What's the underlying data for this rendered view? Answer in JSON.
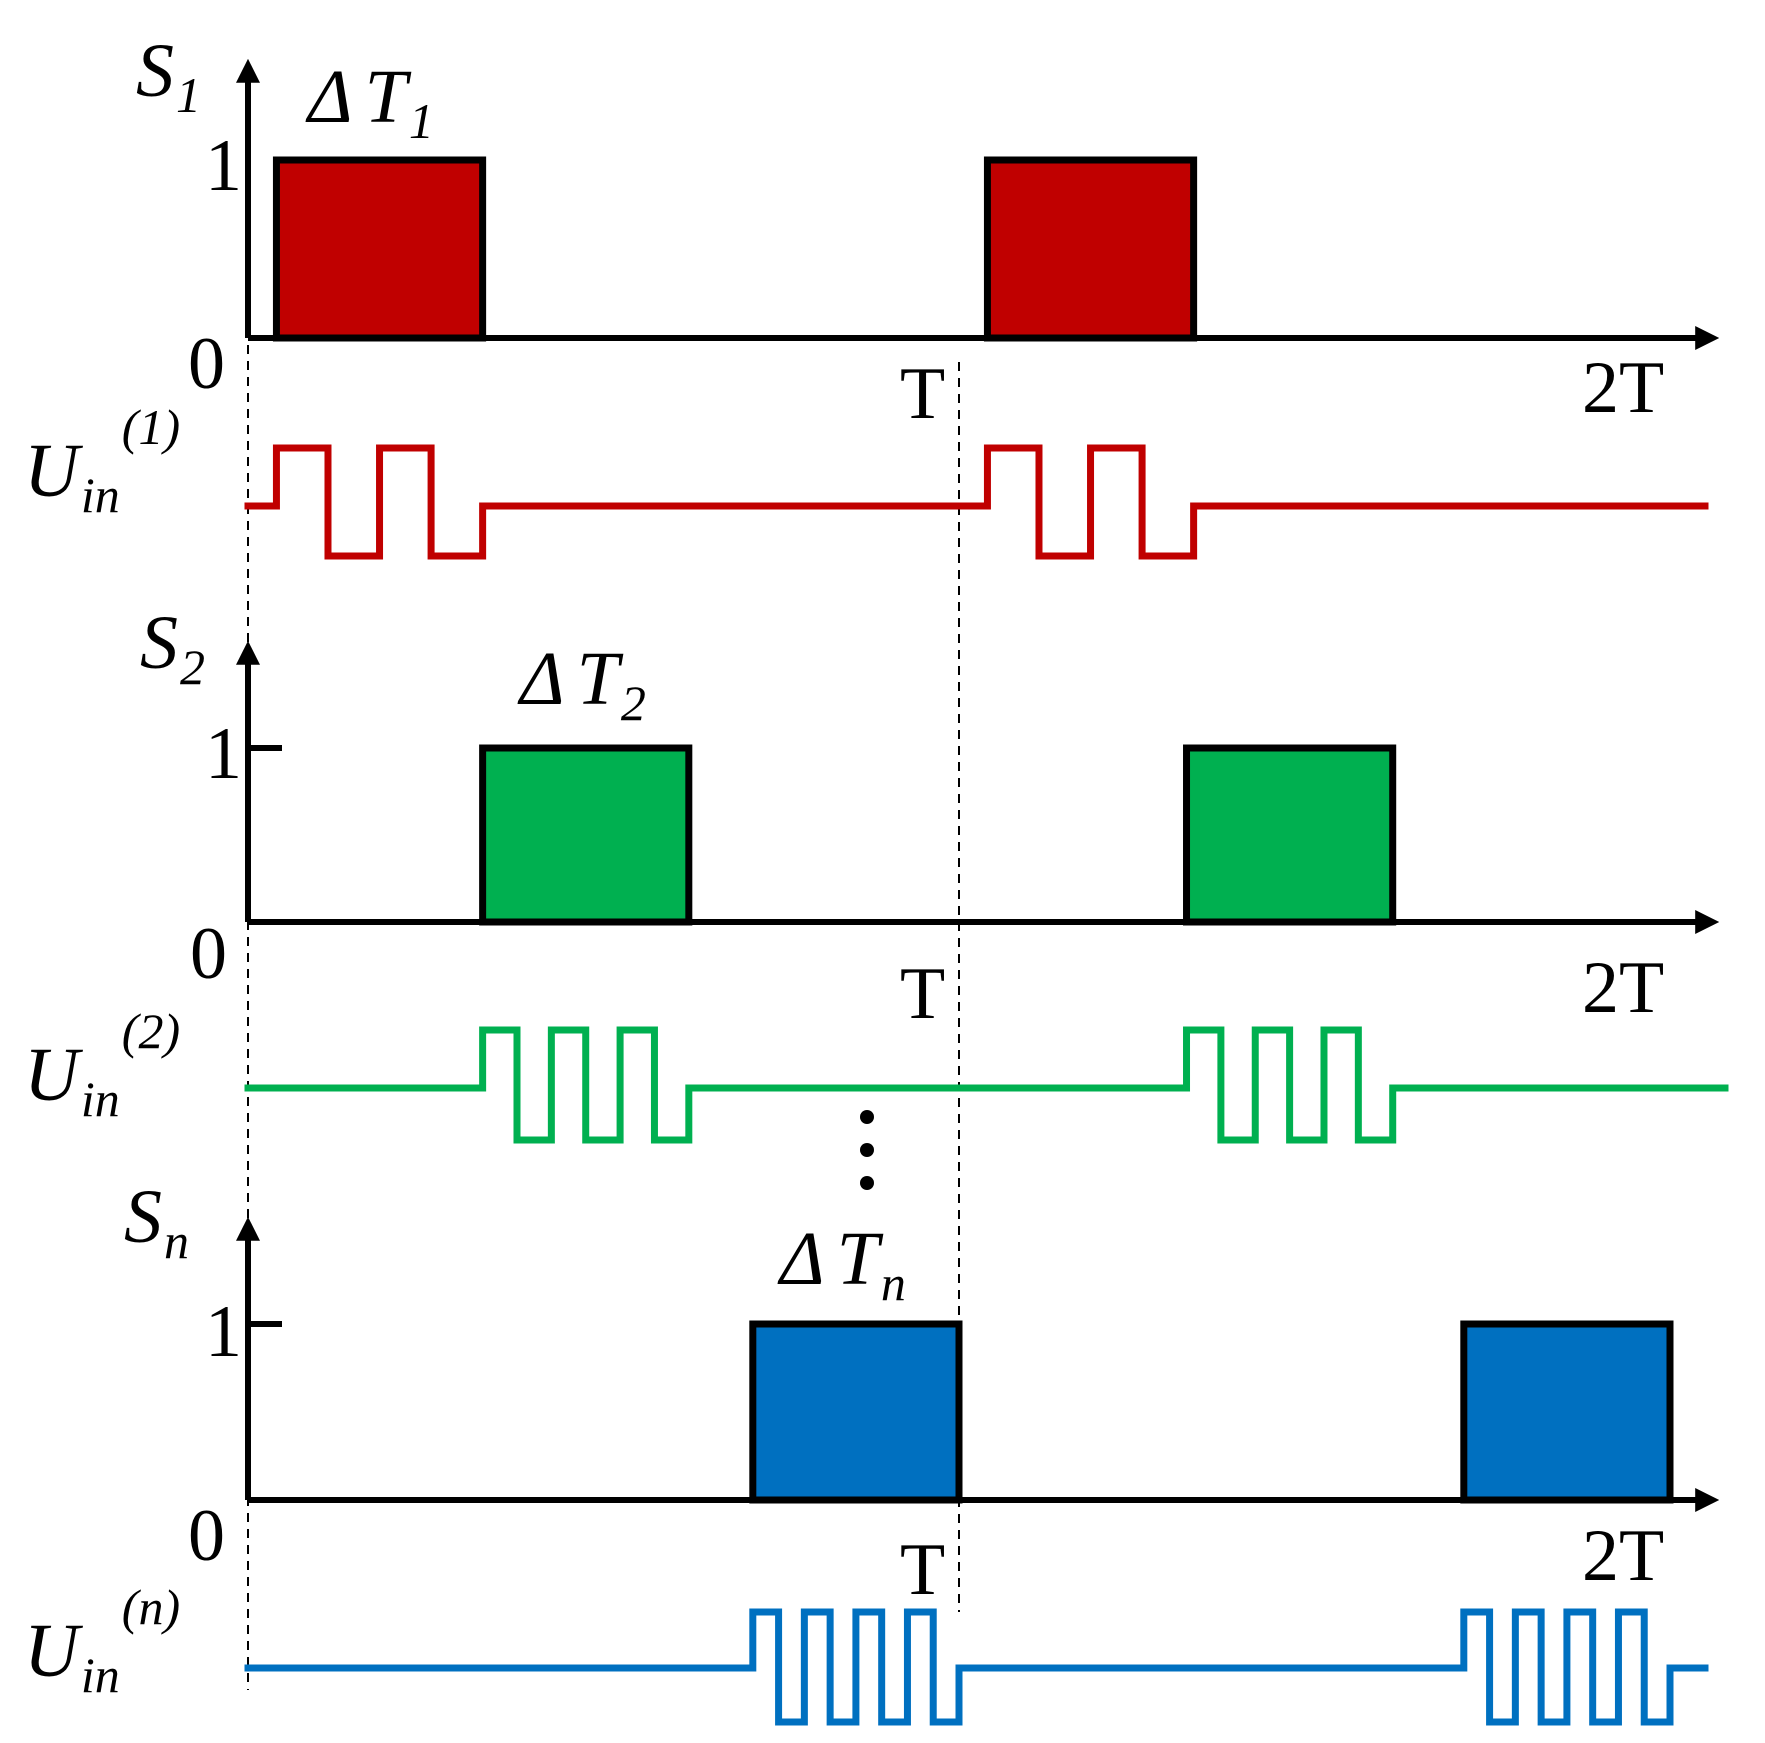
{
  "colors": {
    "s1": "#c00000",
    "s2": "#00b050",
    "sn": "#0070c0",
    "u1": "#c00000",
    "u2": "#00b050",
    "un": "#0070c0",
    "axis": "#000000"
  },
  "panels": [
    {
      "signal": "S",
      "signal_sub": "1",
      "delta": "Δ",
      "pulse_symbol": "T",
      "pulse_sub": "1",
      "tick_one": "1",
      "tick_zero": "0",
      "tick_T": "T",
      "tick_2T": "2T",
      "pulse_high": 1,
      "pulses": [
        [
          0.04,
          0.33
        ],
        [
          1.04,
          1.33
        ]
      ],
      "input": "U",
      "input_sub": "in",
      "input_sup": "(1)",
      "burst_cycles": 2
    },
    {
      "signal": "S",
      "signal_sub": "2",
      "delta": "Δ",
      "pulse_symbol": "T",
      "pulse_sub": "2",
      "tick_one": "1",
      "tick_zero": "0",
      "tick_T": "T",
      "tick_2T": "2T",
      "pulse_high": 1,
      "pulses": [
        [
          0.33,
          0.62
        ],
        [
          1.32,
          1.61
        ]
      ],
      "input": "U",
      "input_sub": "in",
      "input_sup": "(2)",
      "burst_cycles": 3
    },
    {
      "signal": "S",
      "signal_sub": "n",
      "delta": "Δ",
      "pulse_symbol": "T",
      "pulse_sub": "n",
      "tick_one": "1",
      "tick_zero": "0",
      "tick_T": "T",
      "tick_2T": "2T",
      "pulse_high": 1,
      "pulses": [
        [
          0.71,
          1.0
        ],
        [
          1.71,
          2.0
        ]
      ],
      "input": "U",
      "input_sub": "in",
      "input_sup": "(n)",
      "burst_cycles": 4
    }
  ],
  "ellipsis": "⋮"
}
